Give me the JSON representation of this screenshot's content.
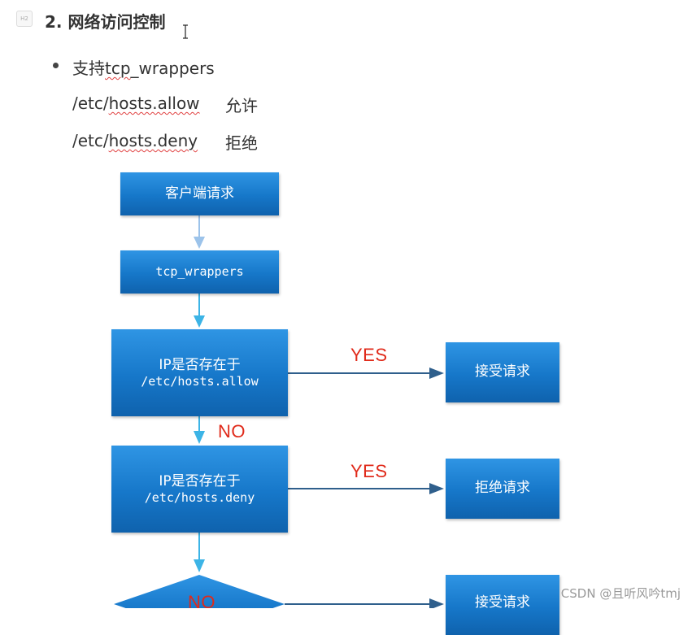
{
  "heading": "2. 网络访问控制",
  "bullet": {
    "prefix": "支持",
    "word": "tcp",
    "suffix": "_wrappers"
  },
  "paths": [
    {
      "dir": "/etc/",
      "file": "hosts.allow",
      "note": "允许"
    },
    {
      "dir": "/etc/",
      "file": "hosts.deny",
      "note": "拒绝"
    }
  ],
  "flowchart": {
    "client_request": "客户端请求",
    "tcp_wrappers": "tcp_wrappers",
    "check_allow": {
      "line1": "IP是否存在于",
      "line2": "/etc/hosts.allow"
    },
    "check_deny": {
      "line1": "IP是否存在于",
      "line2": "/etc/hosts.deny"
    },
    "accept_request_1": "接受请求",
    "reject_request": "拒绝请求",
    "accept_request_2": "接受请求",
    "yes_label_1": "YES",
    "yes_label_2": "YES",
    "no_label_1": "NO",
    "no_label_2": "NO",
    "colors": {
      "box_top": "#2f95e4",
      "box_bottom": "#0f62ad",
      "arrow_cyan": "#3cb4e6",
      "arrow_pale": "#9cc3ea",
      "arrow_navy": "#2f5f8c",
      "label_red": "#e02a1a"
    }
  },
  "watermark": "CSDN @且听风吟tmj"
}
